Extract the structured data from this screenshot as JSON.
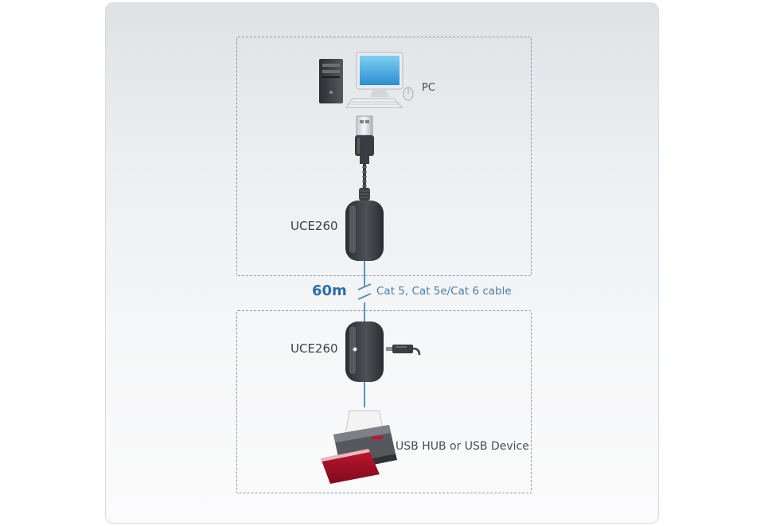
{
  "labels": {
    "pc": "PC",
    "extender_local": "UCE260",
    "extender_remote": "UCE260",
    "distance": "60m",
    "cable_type": "Cat 5, Cat 5e/Cat 6 cable",
    "remote_device": "USB HUB or USB Device"
  },
  "icons": {
    "pc": "desktop-computer-icon",
    "usb_plug": "usb-a-plug-icon",
    "extender": "usb-extender-dongle-icon",
    "power_plug": "power-adapter-plug-icon",
    "printer": "printer-icon",
    "cable_break": "cable-break-icon"
  },
  "colors": {
    "zone_border": "#7d9fb2",
    "cable": "#5b93b8",
    "distance_text": "#2f6fa8",
    "cable_text": "#4b7ea8",
    "device_body": "#3a3d41",
    "printer_red": "#b3122a"
  }
}
